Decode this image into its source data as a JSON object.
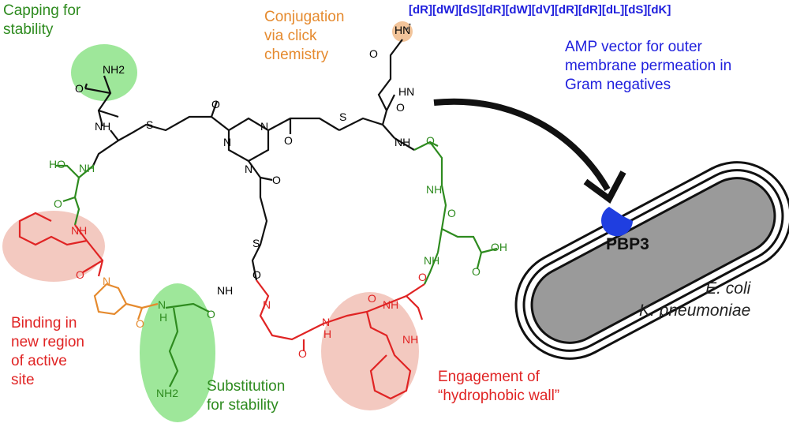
{
  "annotations": {
    "capping": [
      "Capping for",
      "stability"
    ],
    "conjugation": [
      "Conjugation",
      "via click",
      "chemistry"
    ],
    "sequence": "[dR][dW][dS][dR][dW][dV][dR][dR][dL][dS][dK]",
    "amp": [
      "AMP vector for outer",
      "membrane permeation in",
      "Gram negatives"
    ],
    "binding": [
      "Binding in",
      "new region",
      "of active",
      "site"
    ],
    "substitution": [
      "Substitution",
      "for stability"
    ],
    "engagement": [
      "Engagement of",
      "“hydrophobic wall”"
    ],
    "target": "PBP3",
    "organisms": [
      "E. coli",
      "K. pneumoniae"
    ]
  },
  "atom_labels": {
    "nh2_top": "NH2",
    "nh": "NH",
    "hn": "HN",
    "oh": "OH",
    "o": "O",
    "n": "N",
    "s": "S",
    "ho": "HO",
    "nh2_bottom": "NH2",
    "h": "H",
    "nh_indole": "NH"
  },
  "colors": {
    "green": "#2e8b1f",
    "orange": "#e58a2e",
    "red": "#e02424",
    "blue": "#2020dd",
    "black": "#111111",
    "green_bg": "#9ee79a",
    "red_bg": "#f3c9c0",
    "orange_bg": "#f2c49a",
    "bacterium_fill": "#9a9a9a",
    "pbp3": "#1f3ee0"
  }
}
